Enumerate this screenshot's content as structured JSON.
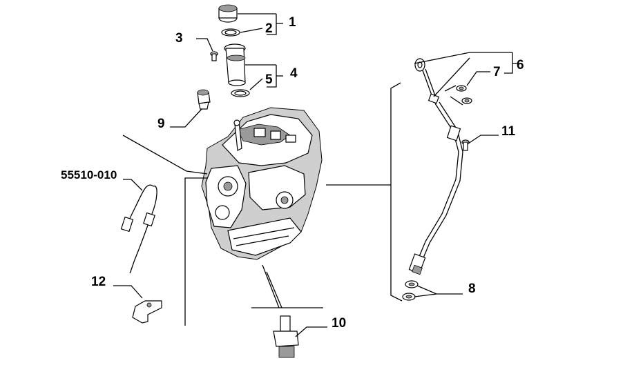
{
  "callouts": {
    "c1": "1",
    "c2": "2",
    "c3": "3",
    "c4": "4",
    "c5": "5",
    "c6": "6",
    "c7": "7",
    "c8": "8",
    "c9": "9",
    "c10": "10",
    "c11": "11",
    "c12": "12",
    "part_code": "55510-010"
  },
  "colors": {
    "line": "#000000",
    "background": "#ffffff",
    "metal_shade": "#9a9a9a"
  },
  "parts": [
    "oil-filler-cap",
    "cap-seal-ring",
    "screw",
    "filler-neck",
    "neck-seal-ring",
    "dipstick-assembly",
    "washer",
    "copper-washer",
    "plug",
    "oil-pressure-sensor",
    "bolt",
    "bracket",
    "wiring-harness",
    "engine-block"
  ]
}
